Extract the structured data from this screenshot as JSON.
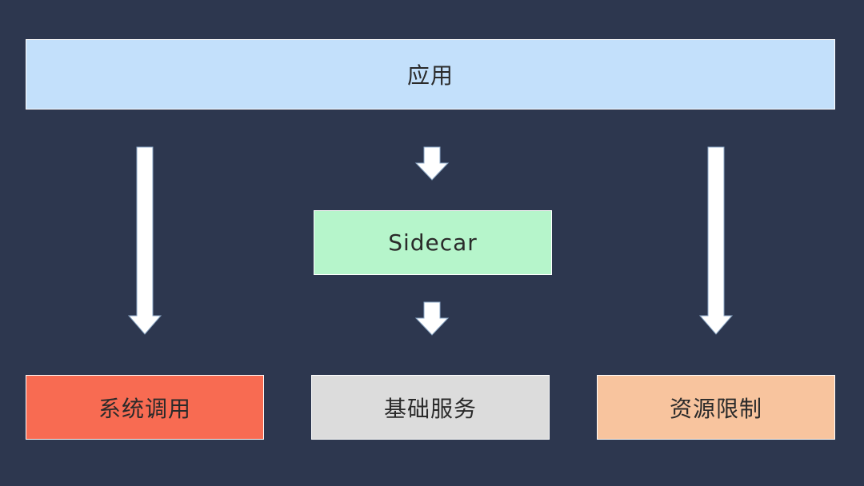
{
  "diagram": {
    "app_label": "应用",
    "sidecar_label": "Sidecar",
    "syscall_label": "系统调用",
    "infra_label": "基础服务",
    "resource_label": "资源限制"
  },
  "colors": {
    "background": "#2d374f",
    "app_box": "#c3e0fb",
    "sidecar_box": "#b6f5cb",
    "syscall_box": "#f86b52",
    "infra_box": "#dcdcdc",
    "resource_box": "#f8c49e",
    "arrow": "#ffffff"
  }
}
